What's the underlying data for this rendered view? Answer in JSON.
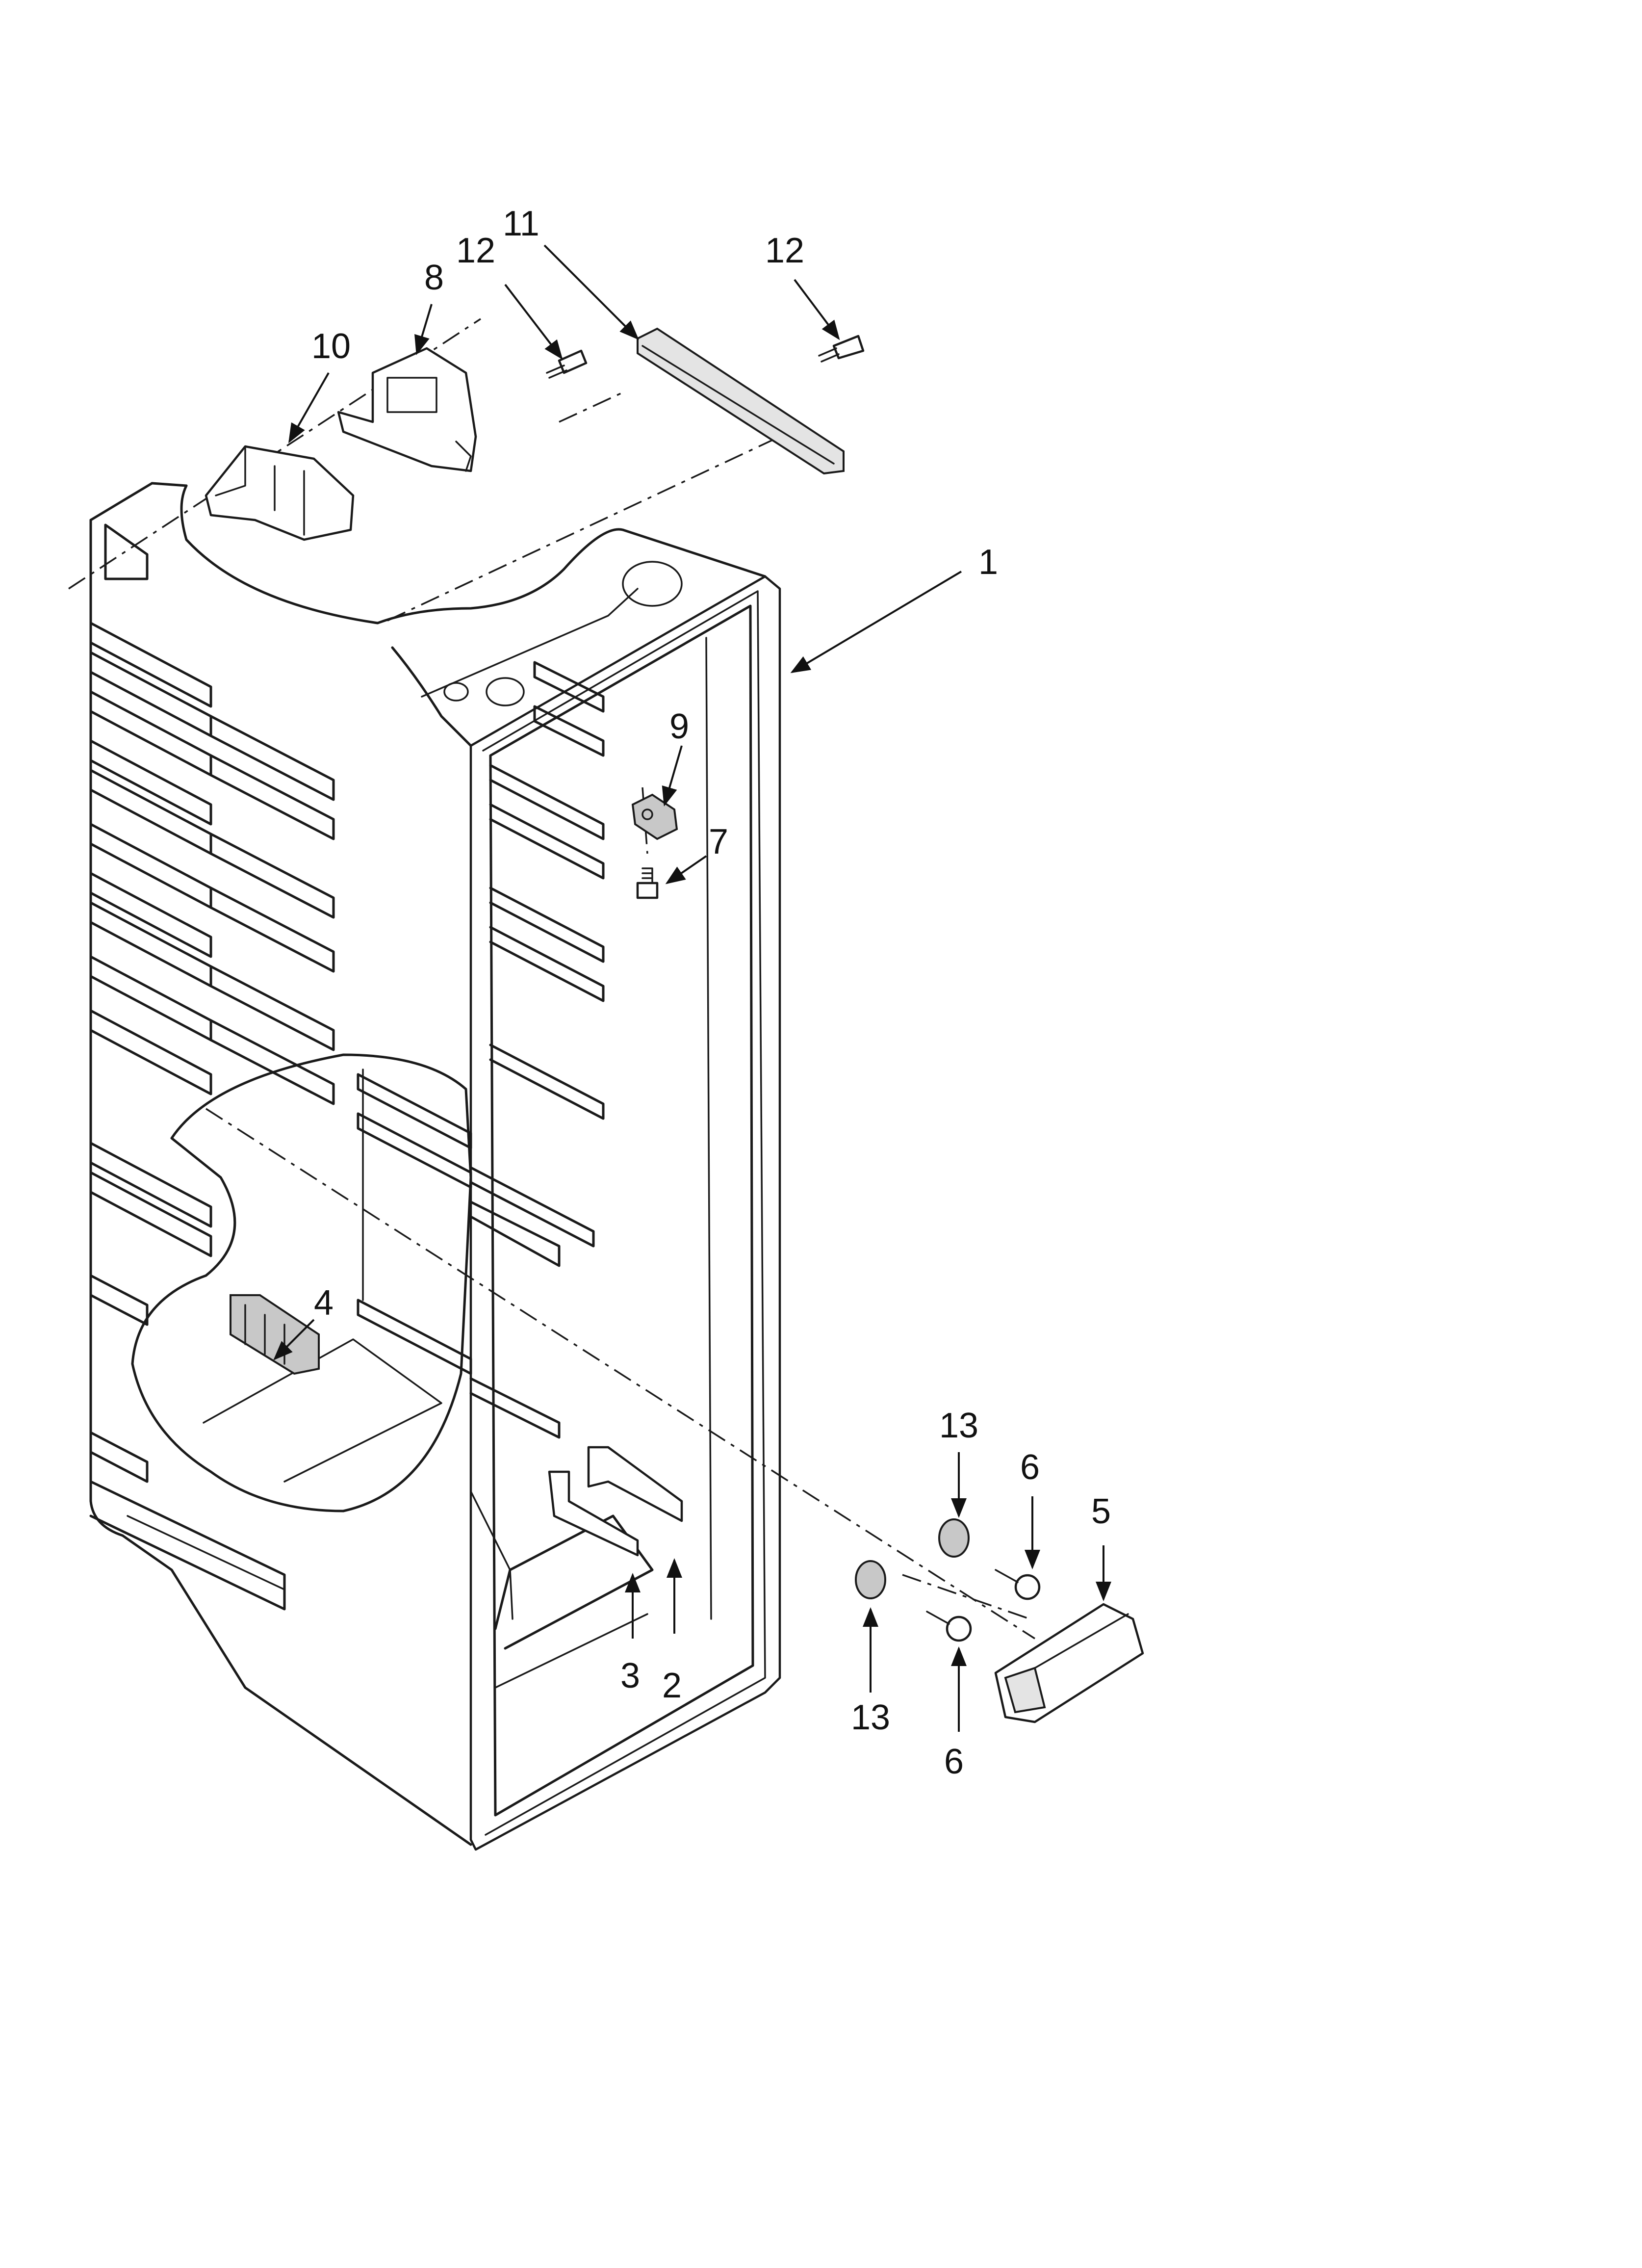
{
  "diagram": {
    "labels": [
      {
        "id": "1",
        "text": "1"
      },
      {
        "id": "2",
        "text": "2"
      },
      {
        "id": "3",
        "text": "3"
      },
      {
        "id": "4",
        "text": "4"
      },
      {
        "id": "5",
        "text": "5"
      },
      {
        "id": "6a",
        "text": "6"
      },
      {
        "id": "6b",
        "text": "6"
      },
      {
        "id": "7",
        "text": "7"
      },
      {
        "id": "8",
        "text": "8"
      },
      {
        "id": "9",
        "text": "9"
      },
      {
        "id": "10",
        "text": "10"
      },
      {
        "id": "11",
        "text": "11"
      },
      {
        "id": "12a",
        "text": "12"
      },
      {
        "id": "12b",
        "text": "12"
      },
      {
        "id": "13a",
        "text": "13"
      },
      {
        "id": "13b",
        "text": "13"
      }
    ]
  }
}
